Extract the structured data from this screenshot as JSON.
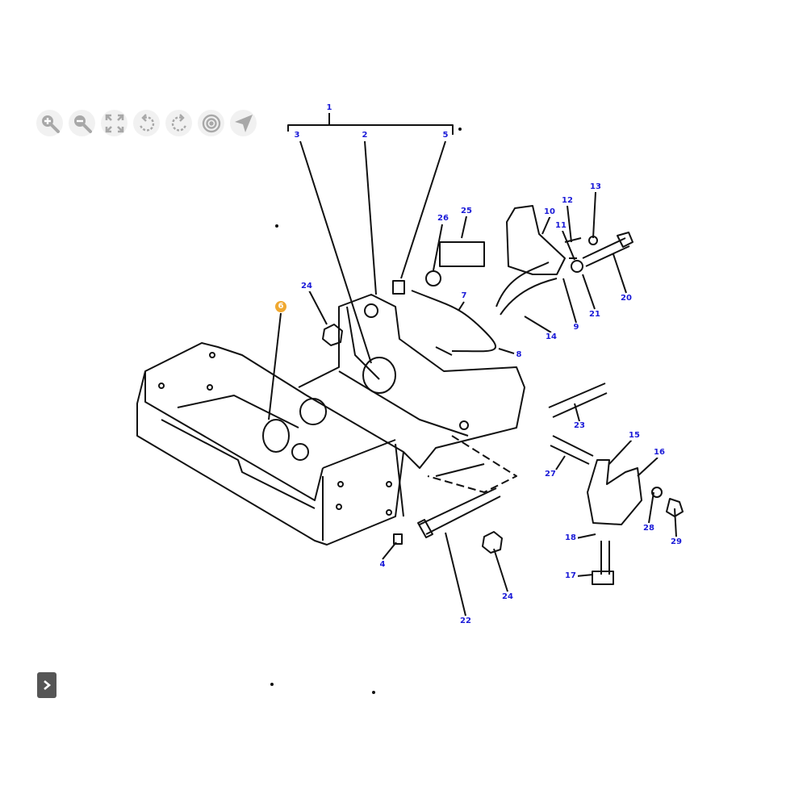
{
  "toolbar": {
    "buttons": [
      "zoom-in",
      "zoom-out",
      "fit-screen",
      "rotate-left",
      "rotate-right",
      "center-target",
      "navigate"
    ]
  },
  "callouts": [
    "1",
    "3",
    "2",
    "5",
    "25",
    "26",
    "10",
    "12",
    "13",
    "11",
    "24",
    "6",
    "7",
    "20",
    "21",
    "9",
    "14",
    "8",
    "23",
    "15",
    "16",
    "27",
    "28",
    "29",
    "18",
    "17",
    "4",
    "24",
    "22"
  ],
  "active_callout": "6",
  "colors": {
    "callout_text": "#1a1ad8",
    "active_callout": "#f0a830",
    "toolbar_icon": "#a8a8a8"
  }
}
